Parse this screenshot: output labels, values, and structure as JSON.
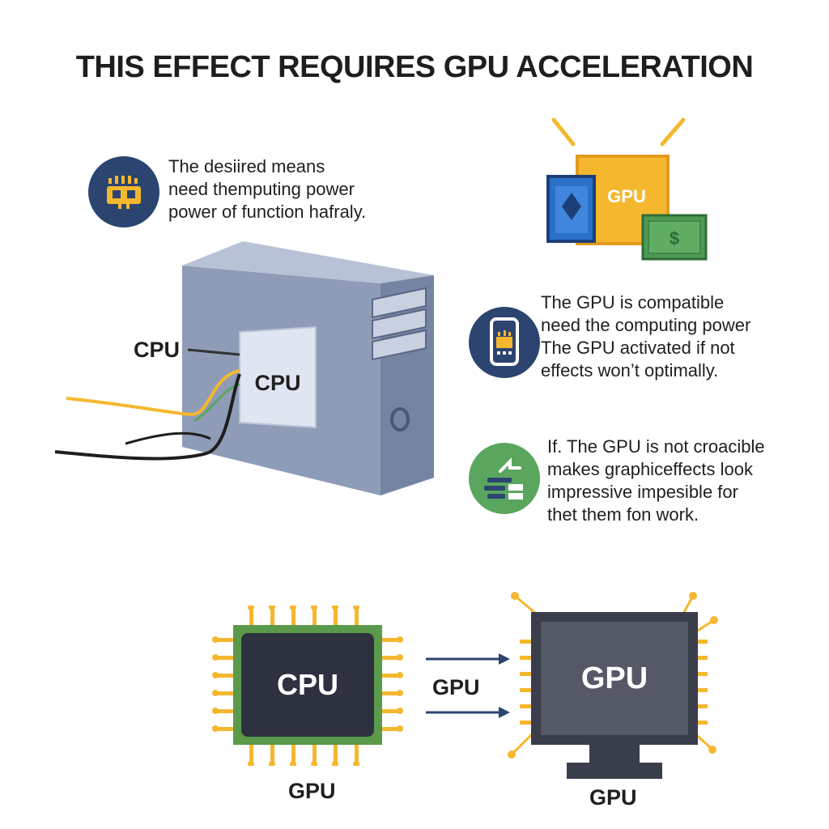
{
  "title": "THIS EFFECT REQUIRES GPU ACCELERATION",
  "info_top": {
    "lines": [
      "The desiired means",
      "need themputing power",
      "power of function hafraly."
    ]
  },
  "gpu_card": {
    "chip_label": "GPU",
    "money_symbol": "$"
  },
  "computer": {
    "side_label": "CPU",
    "chip_label": "CPU"
  },
  "info_middle": {
    "lines": [
      "The GPU is compatible",
      "need the computing power",
      "The GPU activated if not",
      "effects won’t optimally."
    ]
  },
  "info_bottom": {
    "lines": [
      "If. The GPU is not croacible",
      "makes graphiceffects look",
      "impressive impesible for",
      "thet them fon work."
    ]
  },
  "bottom_diagram": {
    "cpu_chip_label": "CPU",
    "cpu_caption": "GPU",
    "arrow_label": "GPU",
    "monitor_label": "GPU",
    "monitor_caption": "GPU"
  },
  "colors": {
    "accent_yellow": "#f5b72e",
    "navy": "#2c4470",
    "green": "#5aa65e",
    "chip_green": "#5b9a4a",
    "case_blue": "#8e9cb8"
  }
}
